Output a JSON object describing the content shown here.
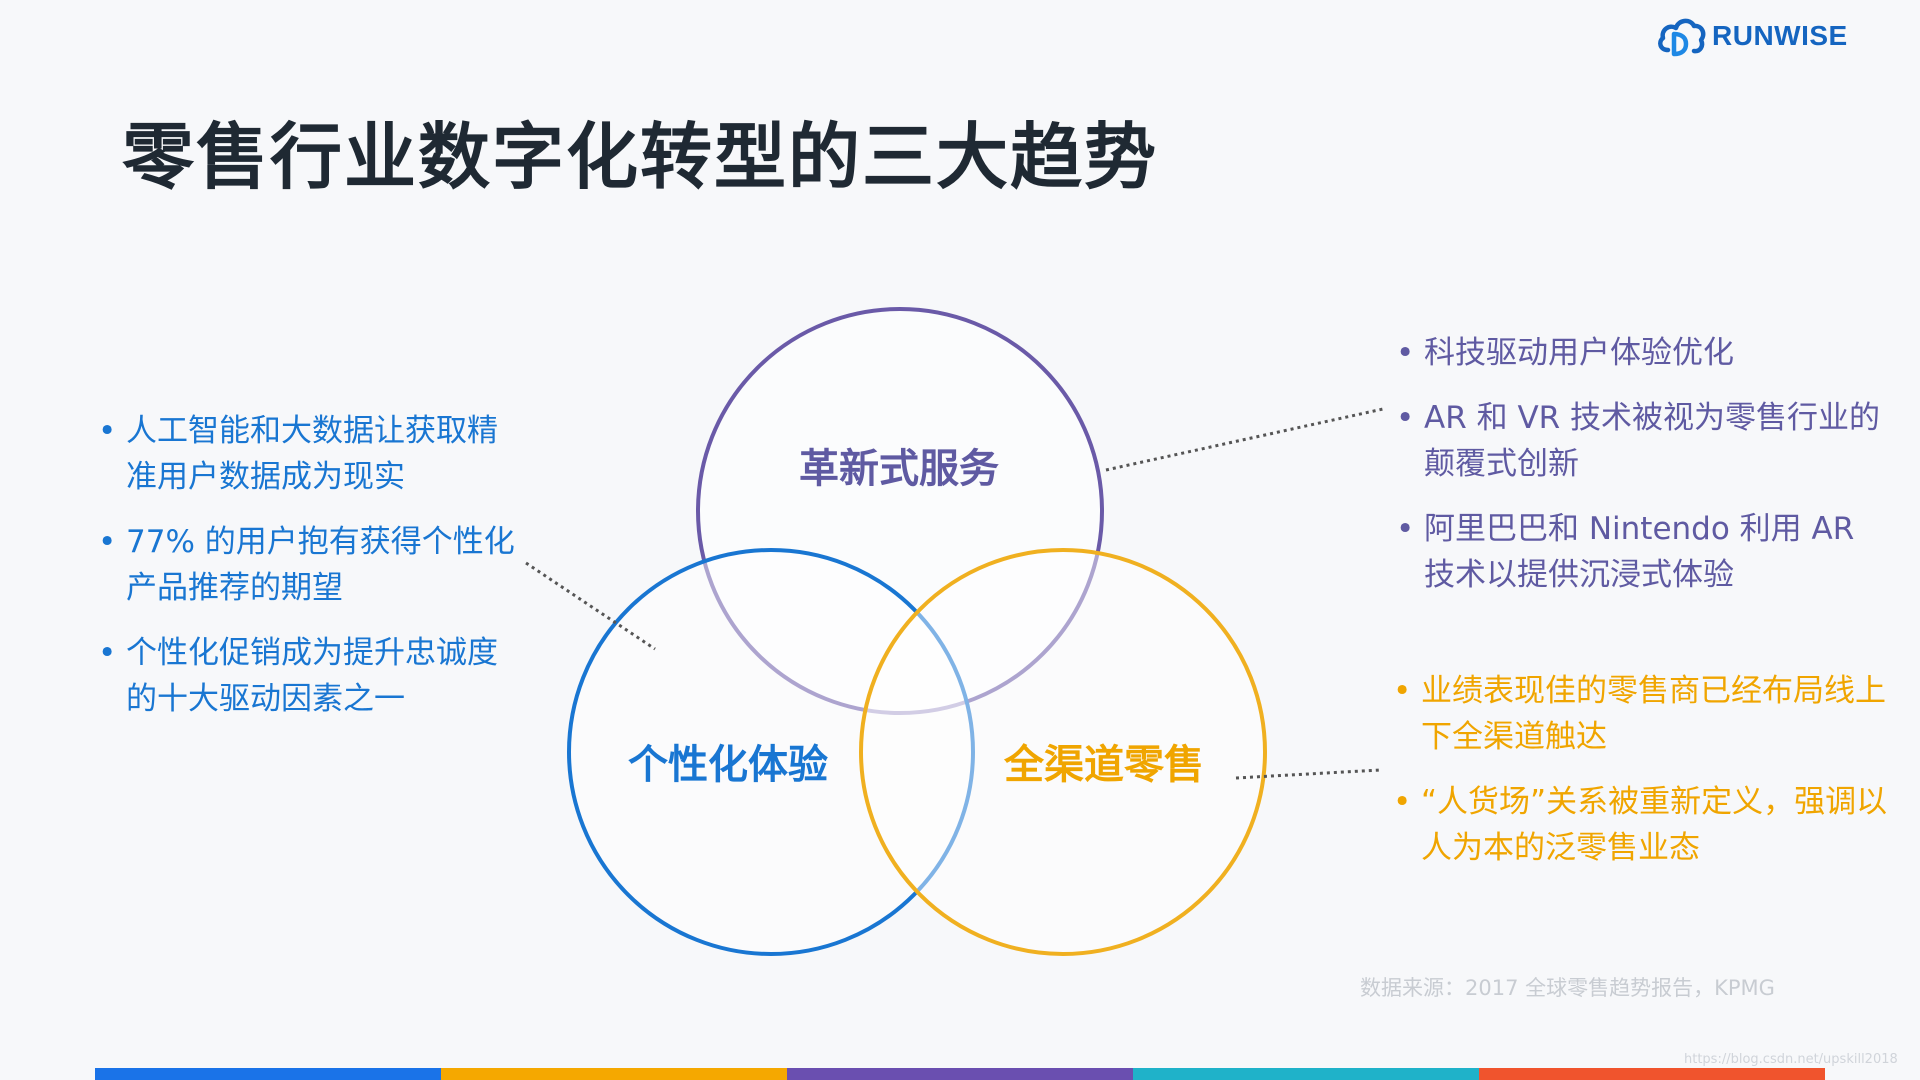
{
  "logo": {
    "text": "RUNWISE",
    "icon": "cloud-logo-icon"
  },
  "title": "零售行业数字化转型的三大趋势",
  "venn": {
    "top": "革新式服务",
    "left": "个性化体验",
    "right": "全渠道零售"
  },
  "left_bullets": [
    "人工智能和大数据让获取精准用户数据成为现实",
    "77% 的用户抱有获得个性化产品推荐的期望",
    "个性化促销成为提升忠诚度的十大驱动因素之一"
  ],
  "right_top_bullets": [
    "科技驱动用户体验优化",
    "AR 和 VR 技术被视为零售行业的颠覆式创新",
    "阿里巴巴和 Nintendo 利用 AR 技术以提供沉浸式体验"
  ],
  "right_bottom_bullets": [
    "业绩表现佳的零售商已经布局线上下全渠道触达",
    "“人货场”关系被重新定义，强调以人为本的泛零售业态"
  ],
  "source": "数据来源：2017 全球零售趋势报告，KPMG",
  "watermark": "https://blog.csdn.net/upskill2018",
  "colors": {
    "blue": "#1976d2",
    "purple": "#6a5aa8",
    "yellow": "#f0b020",
    "bottom_bar": [
      "#1a73e8",
      "#f5a800",
      "#6a4fb0",
      "#1fb2c9",
      "#f0542d"
    ]
  }
}
